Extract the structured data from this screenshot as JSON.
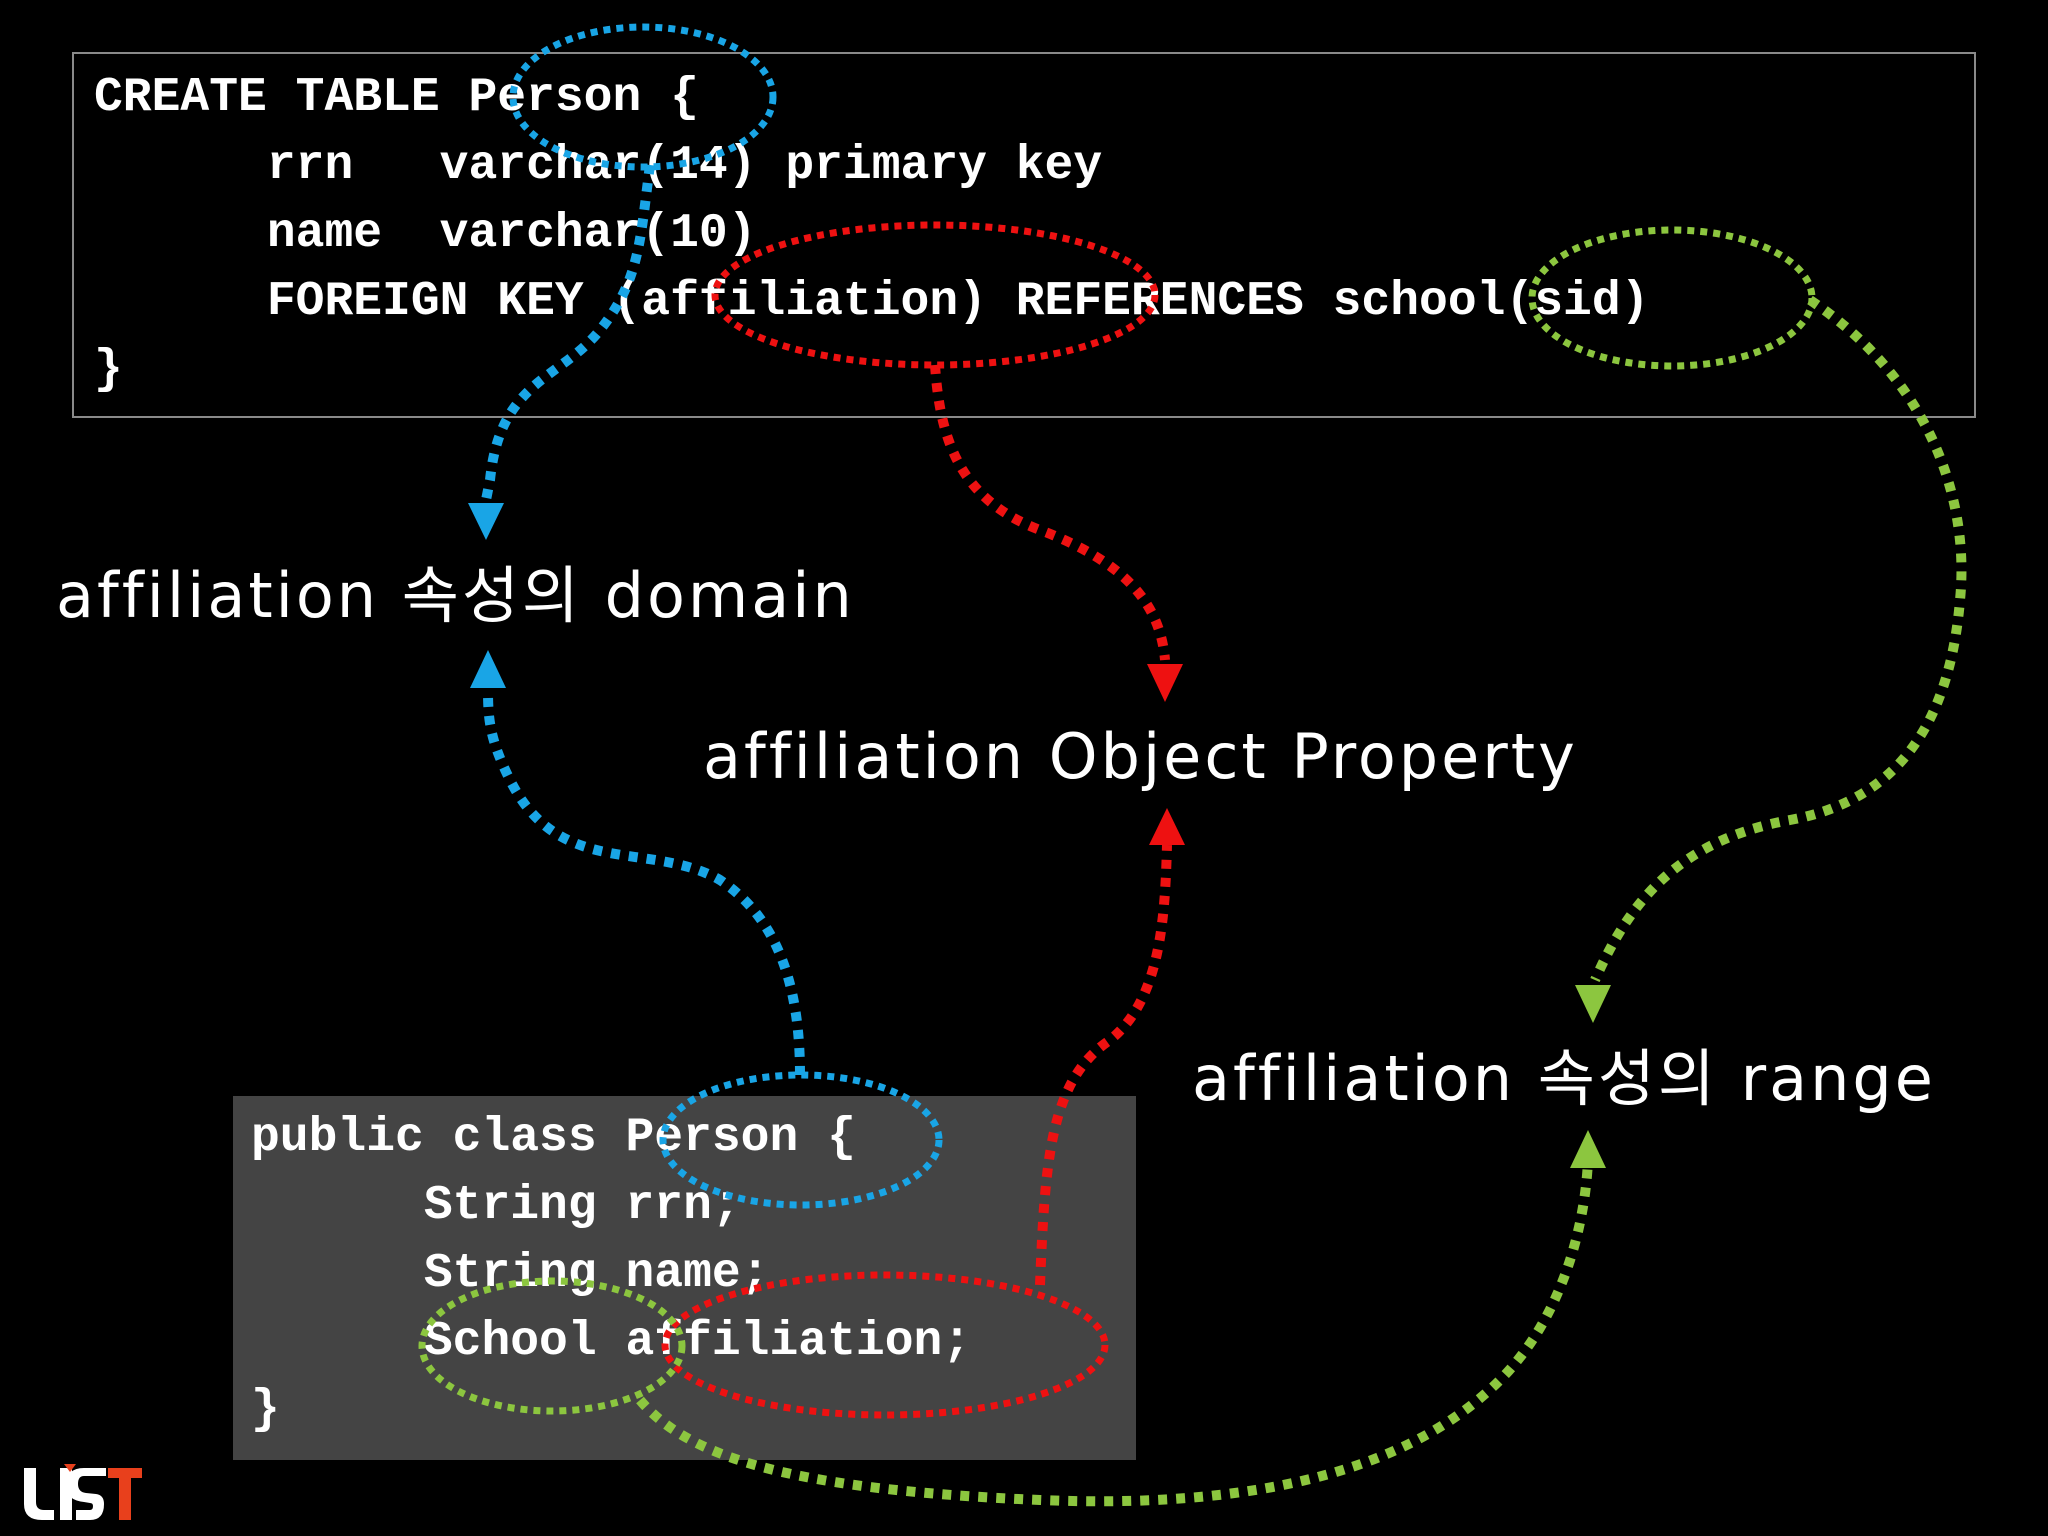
{
  "sql_code": {
    "lines": [
      "CREATE TABLE Person {",
      "      rrn   varchar(14) primary key",
      "      name  varchar(10)",
      "      FOREIGN KEY (affiliation) REFERENCES school(sid)",
      "}"
    ]
  },
  "java_code": {
    "lines": [
      "public class Person {",
      "      String rrn;",
      "      String name;",
      "      School affiliation;",
      "}"
    ]
  },
  "labels": {
    "domain": "affiliation 속성의 domain",
    "object_property": "affiliation Object Property",
    "range": "affiliation 속성의 range"
  },
  "logo": {
    "text": "UST"
  },
  "colors": {
    "background": "#000000",
    "sql_box_border": "#8a8a8a",
    "java_box_bg": "#444444",
    "domain_link": "#19a5e6",
    "property_link": "#ee1111",
    "range_link": "#8cc63f",
    "logo_gray": "#ffffff",
    "logo_accent": "#e8401c"
  }
}
